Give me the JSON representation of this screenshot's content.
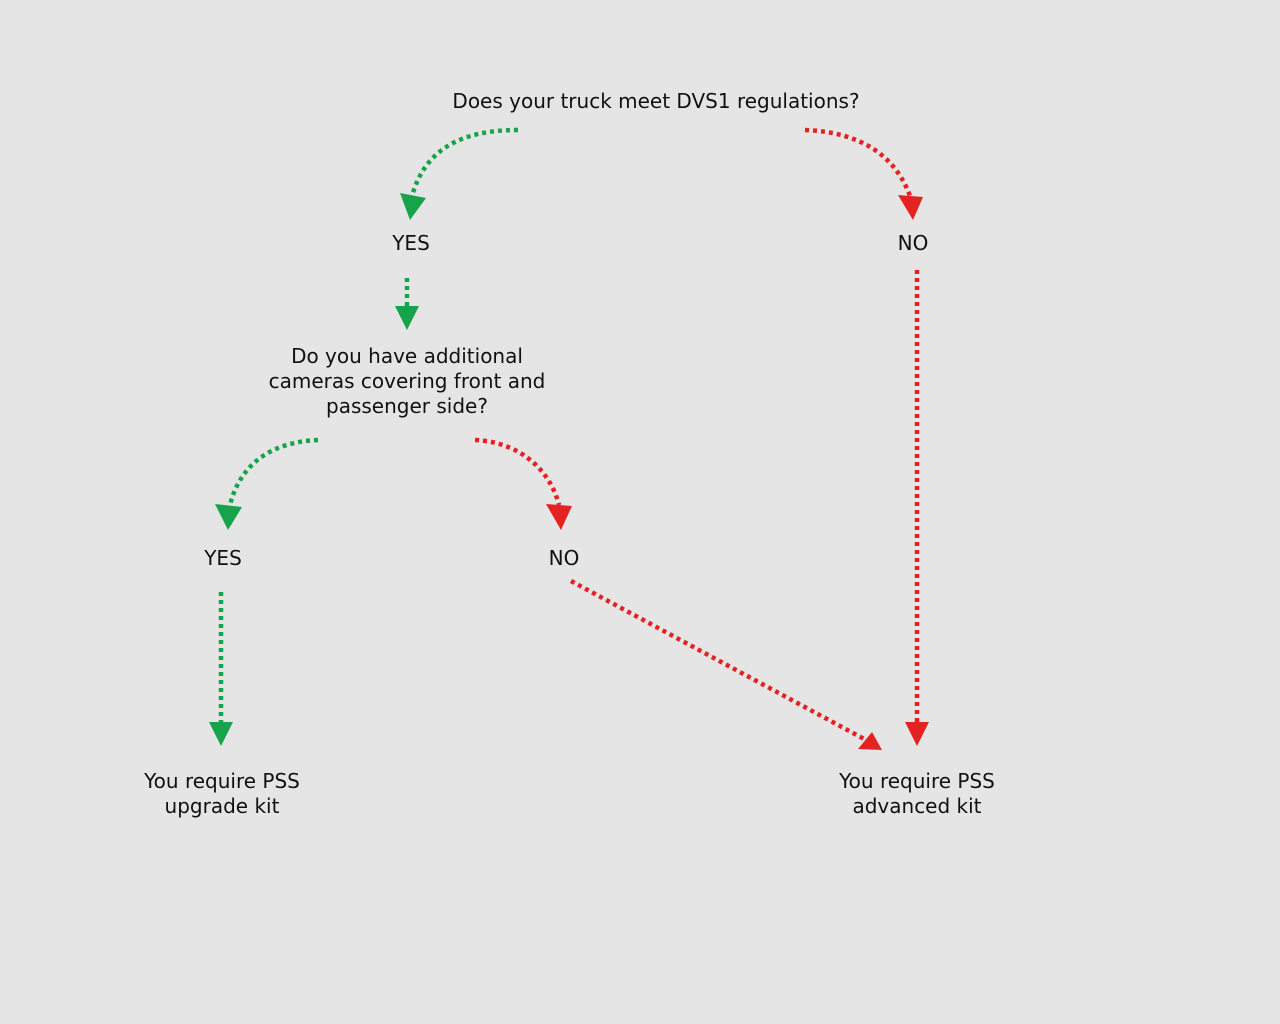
{
  "colors": {
    "background": "#e5e5e5",
    "yes_arrow": "#16a34a",
    "no_arrow": "#e52222",
    "text": "#111111"
  },
  "questions": {
    "q1": "Does your truck meet DVS1 regulations?",
    "q2": "Do you have additional\ncameras covering front and\npassenger side?"
  },
  "answers": {
    "q1_yes": "YES",
    "q1_no": "NO",
    "q2_yes": "YES",
    "q2_no": "NO"
  },
  "outcomes": {
    "upgrade": "You require PSS\nupgrade kit",
    "advanced": "You require PSS\nadvanced kit"
  },
  "edges": [
    {
      "from": "q1",
      "to": "q1_yes",
      "kind": "yes"
    },
    {
      "from": "q1",
      "to": "q1_no",
      "kind": "no"
    },
    {
      "from": "q1_yes",
      "to": "q2",
      "kind": "yes"
    },
    {
      "from": "q2",
      "to": "q2_yes",
      "kind": "yes"
    },
    {
      "from": "q2",
      "to": "q2_no",
      "kind": "no"
    },
    {
      "from": "q2_yes",
      "to": "upgrade",
      "kind": "yes"
    },
    {
      "from": "q2_no",
      "to": "advanced",
      "kind": "no"
    },
    {
      "from": "q1_no",
      "to": "advanced",
      "kind": "no"
    }
  ]
}
